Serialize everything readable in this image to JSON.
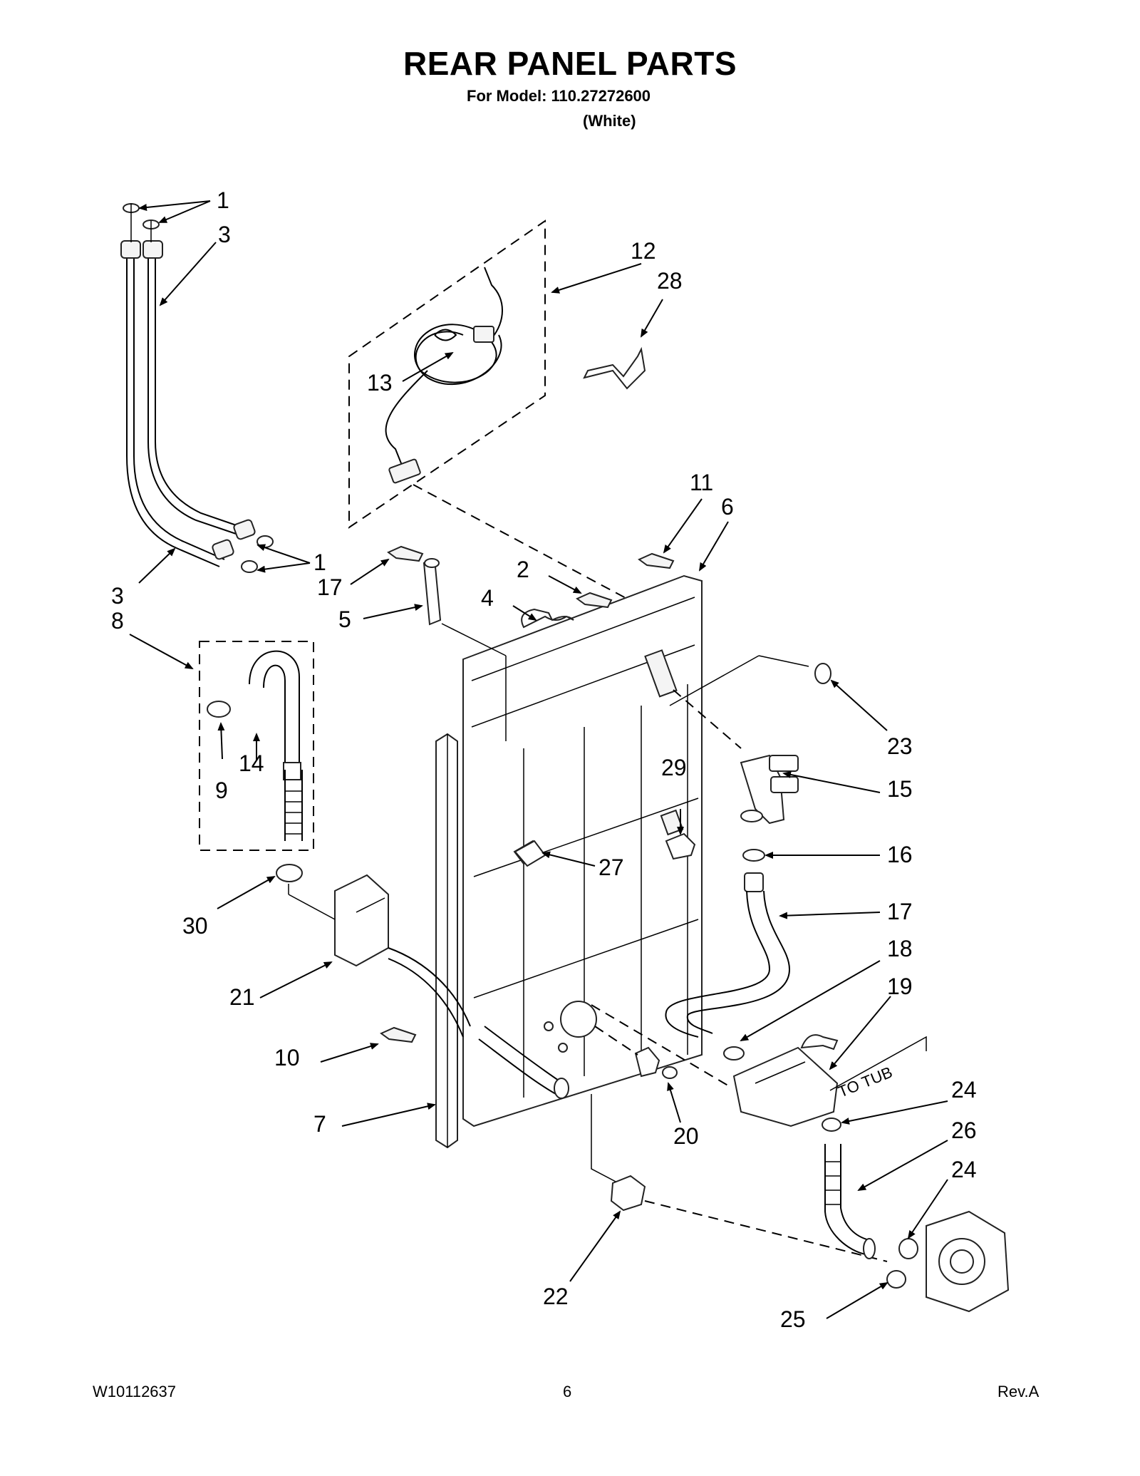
{
  "header": {
    "title": "REAR PANEL PARTS",
    "model_line": "For Model: 110.27272600",
    "variant": "(White)"
  },
  "callouts": [
    {
      "id": "c1a",
      "label": "1"
    },
    {
      "id": "c3a",
      "label": "3"
    },
    {
      "id": "c12",
      "label": "12"
    },
    {
      "id": "c28",
      "label": "28"
    },
    {
      "id": "c13",
      "label": "13"
    },
    {
      "id": "c11",
      "label": "11"
    },
    {
      "id": "c6",
      "label": "6"
    },
    {
      "id": "c1b",
      "label": "1"
    },
    {
      "id": "c3b",
      "label": "3"
    },
    {
      "id": "c8",
      "label": "8"
    },
    {
      "id": "c17a",
      "label": "17"
    },
    {
      "id": "c2",
      "label": "2"
    },
    {
      "id": "c4",
      "label": "4"
    },
    {
      "id": "c5",
      "label": "5"
    },
    {
      "id": "c23",
      "label": "23"
    },
    {
      "id": "c14",
      "label": "14"
    },
    {
      "id": "c9",
      "label": "9"
    },
    {
      "id": "c29",
      "label": "29"
    },
    {
      "id": "c15",
      "label": "15"
    },
    {
      "id": "c16",
      "label": "16"
    },
    {
      "id": "c27",
      "label": "27"
    },
    {
      "id": "c30",
      "label": "30"
    },
    {
      "id": "c17b",
      "label": "17"
    },
    {
      "id": "c18",
      "label": "18"
    },
    {
      "id": "c21",
      "label": "21"
    },
    {
      "id": "c19",
      "label": "19"
    },
    {
      "id": "c10",
      "label": "10"
    },
    {
      "id": "c24a",
      "label": "24"
    },
    {
      "id": "c7",
      "label": "7"
    },
    {
      "id": "c20",
      "label": "20"
    },
    {
      "id": "c26",
      "label": "26"
    },
    {
      "id": "c24b",
      "label": "24"
    },
    {
      "id": "c22",
      "label": "22"
    },
    {
      "id": "c25",
      "label": "25"
    }
  ],
  "annotations": {
    "to_tub": "TO TUB"
  },
  "footer": {
    "doc_number": "W10112637",
    "page": "6",
    "revision": "Rev.A"
  }
}
